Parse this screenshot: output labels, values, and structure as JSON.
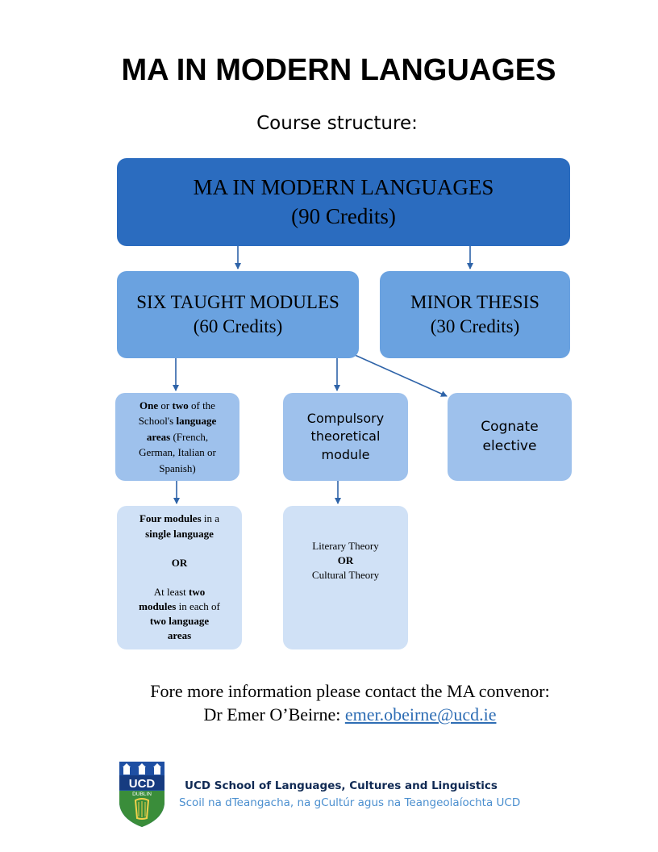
{
  "title": "MA IN MODERN LANGUAGES",
  "subtitle": "Course structure:",
  "top_box": {
    "line1": "MA IN MODERN LANGUAGES",
    "line2": "(90 Credits)"
  },
  "taught_box": {
    "line1": "SIX TAUGHT MODULES",
    "line2": "(60 Credits)"
  },
  "thesis_box": {
    "line1": "MINOR THESIS",
    "line2": "(30 Credits)"
  },
  "language_box": {
    "w1": "One",
    "w2": " or ",
    "w3": "two",
    "w4": " of the",
    "w5": "School's ",
    "w6": "language",
    "w7": "areas",
    "w8": " (French,",
    "w9": "German, Italian or",
    "w10": "Spanish)"
  },
  "compulsory_box": {
    "line1": "Compulsory",
    "line2": "theoretical",
    "line3": "module"
  },
  "cognate_box": {
    "line1": "Cognate",
    "line2": "elective"
  },
  "four_modules_box": {
    "w1": "Four modules",
    "w2": " in a",
    "w3": "single language",
    "or": "OR",
    "w4": "At least ",
    "w5": "two",
    "w6": "modules",
    "w7": " in each of",
    "w8": "two language",
    "w9": "areas"
  },
  "theory_box": {
    "line1": "Literary Theory",
    "or": "OR",
    "line2": "Cultural Theory"
  },
  "contact": {
    "line1": "Fore more information please contact the MA convenor:",
    "name_prefix": "Dr Emer O’Beirne: ",
    "email": "emer.obeirne@ucd.ie"
  },
  "logo": {
    "text1": "UCD",
    "text2": "DUBLIN"
  },
  "school": {
    "english": "UCD School of Languages, Cultures and Linguistics",
    "irish": "Scoil na dTeangacha, na gCultúr agus na Teangeolaíochta UCD"
  },
  "colors": {
    "level1": "#2b6cbf",
    "level2": "#6aa2e0",
    "level3": "#9ec1ec",
    "level4": "#d0e1f6",
    "arrow": "#2e63a8",
    "link": "#2e6db4"
  }
}
